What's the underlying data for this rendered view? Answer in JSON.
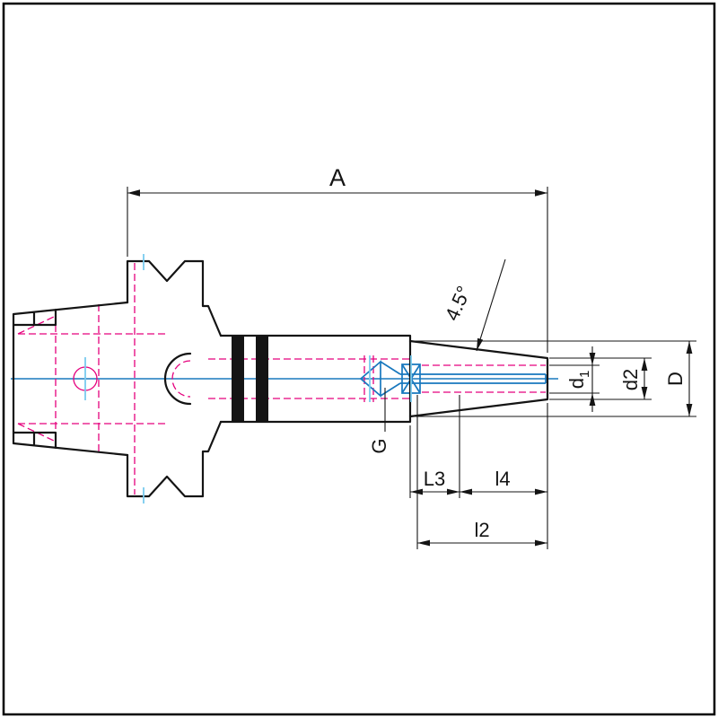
{
  "drawing": {
    "labels": {
      "overall_length": "A",
      "taper_angle": "4.5°",
      "tip_bore": {
        "base": "d",
        "sub": "1"
      },
      "nose_diameter": "d2",
      "taper_large_diameter": "D",
      "coolant_thread": "G",
      "dim_l3": "L3",
      "dim_l4": "l4",
      "dim_l2": "l2"
    },
    "colors": {
      "outline": "#141414",
      "hidden_line": "#e5007d",
      "tube_line": "#1878be",
      "center_mark": "#79cbee",
      "frame": "#000000",
      "background": "#ffffff"
    }
  }
}
